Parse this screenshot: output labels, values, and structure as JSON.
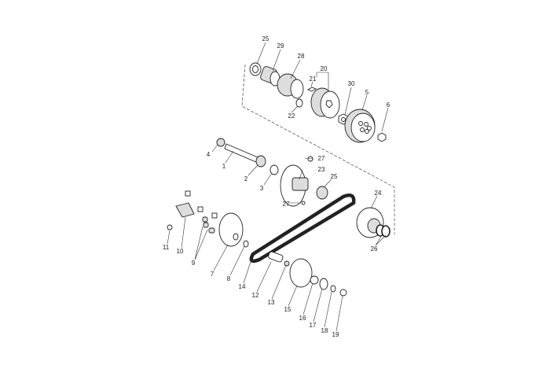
{
  "diagram": {
    "callouts": [
      "25",
      "29",
      "28",
      "20",
      "21",
      "30",
      "5",
      "6",
      "22",
      "4",
      "1",
      "27",
      "23",
      "25",
      "2",
      "3",
      "27",
      "24",
      "26",
      "11",
      "10",
      "9",
      "7",
      "8",
      "14",
      "12",
      "13",
      "15",
      "16",
      "17",
      "18",
      "19"
    ]
  }
}
